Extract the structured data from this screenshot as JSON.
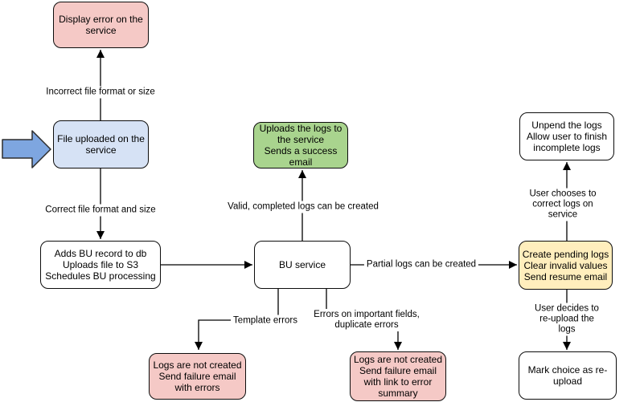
{
  "diagram": {
    "nodes": {
      "display_error": {
        "label": "Display error on the\nservice",
        "color": "#f5c9c6"
      },
      "file_uploaded": {
        "label": "File uploaded on the\nservice",
        "color": "#d6e2f5"
      },
      "adds_bu_record": {
        "label": "Adds BU record to db\nUploads file to S3\nSchedules BU processing",
        "color": "#ffffff"
      },
      "bu_service": {
        "label": "BU service",
        "color": "#ffffff"
      },
      "uploads_logs": {
        "label": "Uploads the logs to\nthe service\nSends a success\nemail",
        "color": "#a9d48e"
      },
      "create_pending": {
        "label": "Create pending logs\nClear invalid values\nSend resume email",
        "color": "#ffeebd"
      },
      "unpend_logs": {
        "label": "Unpend the logs\nAllow user to finish\nincomplete logs",
        "color": "#ffffff"
      },
      "mark_reupload": {
        "label": "Mark choice as re-\nupload",
        "color": "#ffffff"
      },
      "logs_not_created_errors": {
        "label": "Logs are not created\nSend failure email\nwith errors",
        "color": "#f5c9c6"
      },
      "logs_not_created_summary": {
        "label": "Logs are not created\nSend failure email\nwith link to error\nsummary",
        "color": "#f5c9c6"
      }
    },
    "edges": {
      "incorrect_format": {
        "label": "Incorrect file format or size"
      },
      "correct_format": {
        "label": "Correct file format and size"
      },
      "valid_logs": {
        "label": "Valid, completed logs can be created"
      },
      "partial_logs": {
        "label": "Partial logs can be created"
      },
      "template_errors": {
        "label": "Template errors"
      },
      "important_field_errors": {
        "label": "Errors on important fields,\nduplicate errors"
      },
      "correct_on_service": {
        "label": "User chooses to correct logs on service"
      },
      "reupload_logs": {
        "label": "User decides to re-upload the logs"
      }
    },
    "colors": {
      "entry_arrow_fill": "#7ea6e0",
      "stroke": "#000000",
      "background": "#ffffff"
    }
  }
}
